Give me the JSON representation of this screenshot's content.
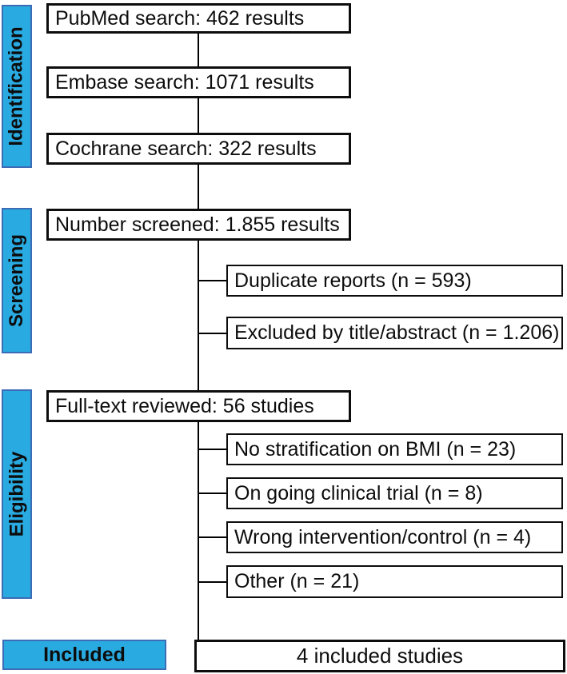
{
  "figure": {
    "type": "prisma-flow-diagram",
    "colors": {
      "stage_fill": "#29ABE2",
      "stage_border": "#3C6CB5",
      "box_border": "#0d0d0d",
      "connector": "#000000"
    },
    "stages": [
      {
        "label": "Identification"
      },
      {
        "label": "Screening"
      },
      {
        "label": "Eligibility"
      },
      {
        "label": "Included"
      }
    ],
    "main_boxes": [
      {
        "label": "PubMed search: 462 results"
      },
      {
        "label": "Embase search: 1071 results"
      },
      {
        "label": "Cochrane search: 322 results"
      },
      {
        "label": "Number screened: 1.855 results"
      },
      {
        "label": "Full-text reviewed: 56 studies"
      }
    ],
    "exclusion_boxes": [
      {
        "label": "Duplicate reports (n = 593)"
      },
      {
        "label": "Excluded by title/abstract (n = 1.206)"
      },
      {
        "label": "No stratification on BMI (n = 23)"
      },
      {
        "label": "On going clinical trial (n = 8)"
      },
      {
        "label": "Wrong intervention/control (n = 4)"
      },
      {
        "label": "Other (n = 21)"
      }
    ],
    "result_box": {
      "label": "4 included studies"
    }
  }
}
